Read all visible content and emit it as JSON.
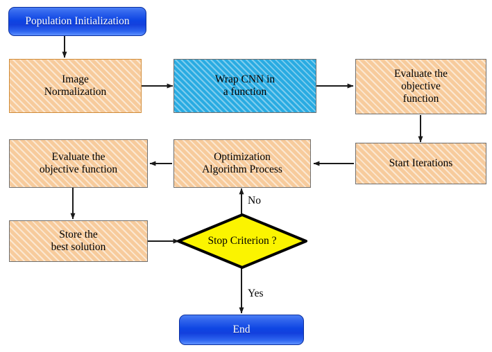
{
  "diagram": {
    "title": "Optimization flowchart with CNN wrapper",
    "colors": {
      "process_fill": "#f7cb9c",
      "process_border": "#6e6e6e",
      "process_border_alt": "#d08a36",
      "cyan_fill": "#29abe2",
      "terminator_blue": "#1340dd",
      "decision_yellow": "#fbf400",
      "decision_border": "#000000",
      "edge": "#1a1a1a",
      "text": "#000000",
      "terminator_text": "#ffffff"
    },
    "nodes": [
      {
        "id": "population-initialization",
        "type": "terminator",
        "label": "Population Initialization"
      },
      {
        "id": "image-normalization",
        "type": "process",
        "label": "Image\nNormalization"
      },
      {
        "id": "wrap-cnn",
        "type": "process-cyan",
        "label": "Wrap CNN in\na function"
      },
      {
        "id": "evaluate-objective-right",
        "type": "process",
        "label": "Evaluate the\nobjective\nfunction"
      },
      {
        "id": "start-iterations",
        "type": "process",
        "label": "Start Iterations"
      },
      {
        "id": "optimization-algorithm-process",
        "type": "process",
        "label": "Optimization\nAlgorithm Process"
      },
      {
        "id": "evaluate-objective-left",
        "type": "process",
        "label": "Evaluate the\nobjective function"
      },
      {
        "id": "store-best-solution",
        "type": "process",
        "label": "Store the\nbest solution"
      },
      {
        "id": "stop-criterion",
        "type": "decision",
        "label": "Stop Criterion ?"
      },
      {
        "id": "end",
        "type": "terminator",
        "label": "End"
      }
    ],
    "edge_labels": {
      "no": "No",
      "yes": "Yes"
    },
    "edges": [
      {
        "from": "population-initialization",
        "to": "image-normalization",
        "label": ""
      },
      {
        "from": "image-normalization",
        "to": "wrap-cnn",
        "label": ""
      },
      {
        "from": "wrap-cnn",
        "to": "evaluate-objective-right",
        "label": ""
      },
      {
        "from": "evaluate-objective-right",
        "to": "start-iterations",
        "label": ""
      },
      {
        "from": "start-iterations",
        "to": "optimization-algorithm-process",
        "label": ""
      },
      {
        "from": "optimization-algorithm-process",
        "to": "evaluate-objective-left",
        "label": ""
      },
      {
        "from": "evaluate-objective-left",
        "to": "store-best-solution",
        "label": ""
      },
      {
        "from": "store-best-solution",
        "to": "stop-criterion",
        "label": ""
      },
      {
        "from": "stop-criterion",
        "to": "optimization-algorithm-process",
        "label": "No"
      },
      {
        "from": "stop-criterion",
        "to": "end",
        "label": "Yes"
      }
    ]
  }
}
